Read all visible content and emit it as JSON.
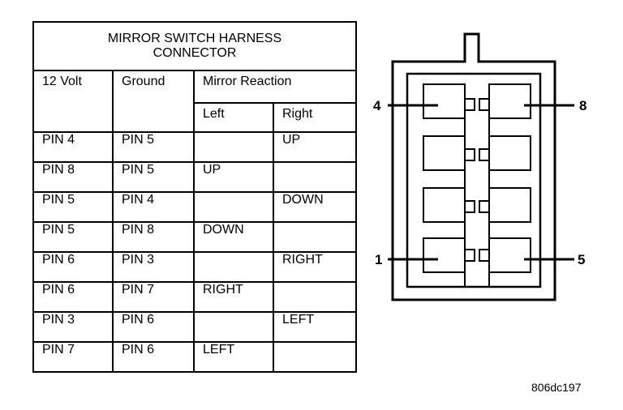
{
  "table": {
    "title_line1": "MIRROR SWITCH HARNESS",
    "title_line2": "CONNECTOR",
    "headers": {
      "volt": "12 Volt",
      "ground": "Ground",
      "reaction": "Mirror Reaction",
      "left": "Left",
      "right": "Right"
    },
    "rows": [
      {
        "volt": "PIN 4",
        "ground": "PIN 5",
        "left": "",
        "right": "UP"
      },
      {
        "volt": "PIN 8",
        "ground": "PIN 5",
        "left": "UP",
        "right": ""
      },
      {
        "volt": "PIN 5",
        "ground": "PIN 4",
        "left": "",
        "right": "DOWN"
      },
      {
        "volt": "PIN 5",
        "ground": "PIN 8",
        "left": "DOWN",
        "right": ""
      },
      {
        "volt": "PIN 6",
        "ground": "PIN 3",
        "left": "",
        "right": "RIGHT"
      },
      {
        "volt": "PIN 6",
        "ground": "PIN 7",
        "left": "RIGHT",
        "right": ""
      },
      {
        "volt": "PIN 3",
        "ground": "PIN 6",
        "left": "",
        "right": "LEFT"
      },
      {
        "volt": "PIN 7",
        "ground": "PIN 6",
        "left": "LEFT",
        "right": ""
      }
    ]
  },
  "connector": {
    "pin_top_left": "4",
    "pin_top_right": "8",
    "pin_bottom_left": "1",
    "pin_bottom_right": "5"
  },
  "figure_id": "806dc197"
}
